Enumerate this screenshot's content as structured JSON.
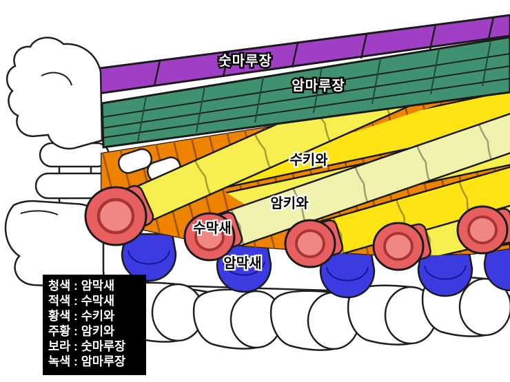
{
  "diagram": {
    "labels": {
      "sutmarujang": "숫마루장",
      "ammarujang": "암마루장",
      "sukiwa": "수키와",
      "amkiwa": "암키와",
      "sumaksae": "수막새",
      "ammaksae": "암막새"
    },
    "legend": {
      "items": [
        "청색 : 암막새",
        "적색 : 수막새",
        "황색 : 수키와",
        "주황 : 암키와",
        "보라 : 숫마루장",
        "녹색 : 암마루장"
      ]
    },
    "colors": {
      "purple": "#a03fc5",
      "green": "#3f9170",
      "green_dark": "#1c4a36",
      "yellow": "#f7ef4f",
      "yellow_bright": "#ffe414",
      "yellow_pale": "#f0f2ad",
      "orange": "#ee8300",
      "orange_dark": "#9c5200",
      "red": "#e7605f",
      "red_light": "#f08783",
      "red_dark": "#a83434",
      "blue": "#3b3be0",
      "blue_dark": "#15159b",
      "outline": "#1a1a1a",
      "legend_bg": "#000000",
      "legend_text": "#ffffff"
    }
  }
}
